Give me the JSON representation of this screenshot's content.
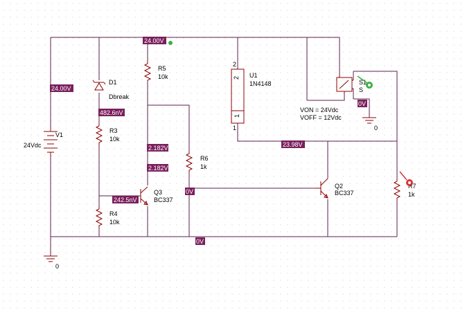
{
  "source": {
    "name": "V1",
    "value": "24Vdc"
  },
  "components": {
    "D1": {
      "name": "D1",
      "value": "Dbreak"
    },
    "R3": {
      "name": "R3",
      "value": "10k"
    },
    "R4": {
      "name": "R4",
      "value": "10k"
    },
    "R5": {
      "name": "R5",
      "value": "10k"
    },
    "R6": {
      "name": "R6",
      "value": "1k"
    },
    "R7": {
      "name": "R7",
      "value": "1k"
    },
    "Q3": {
      "name": "Q3",
      "value": "BC337"
    },
    "Q2": {
      "name": "Q2",
      "value": "BC337"
    },
    "U1": {
      "name": "U1",
      "value": "1N4148",
      "pin1": "1",
      "pin2": "2"
    },
    "S1": {
      "name": "S1",
      "value": "S",
      "von": "VON = 24Vdc",
      "voff": "VOFF = 12Vdc"
    }
  },
  "ground_labels": {
    "main": "0",
    "switch": "0"
  },
  "voltage_tags": {
    "top_node": "24.00V",
    "left_rail": "24.00V",
    "d1_cathode": "482.6nV",
    "q3_collector": "2.182V",
    "q3_collector_b": "2.182V",
    "q3_base": "242.5nV",
    "q2_base": "0V",
    "bottom_rail": "0V",
    "switch_ctrl": "0V",
    "u1_cathode": "23.98V"
  },
  "colors": {
    "wire": "#5c1f4a",
    "component": "#8b0000",
    "tag_background": "#7a1f5c",
    "tag_text": "#ffffff",
    "probe_green": "#3cb043",
    "probe_red": "#d9343a"
  }
}
